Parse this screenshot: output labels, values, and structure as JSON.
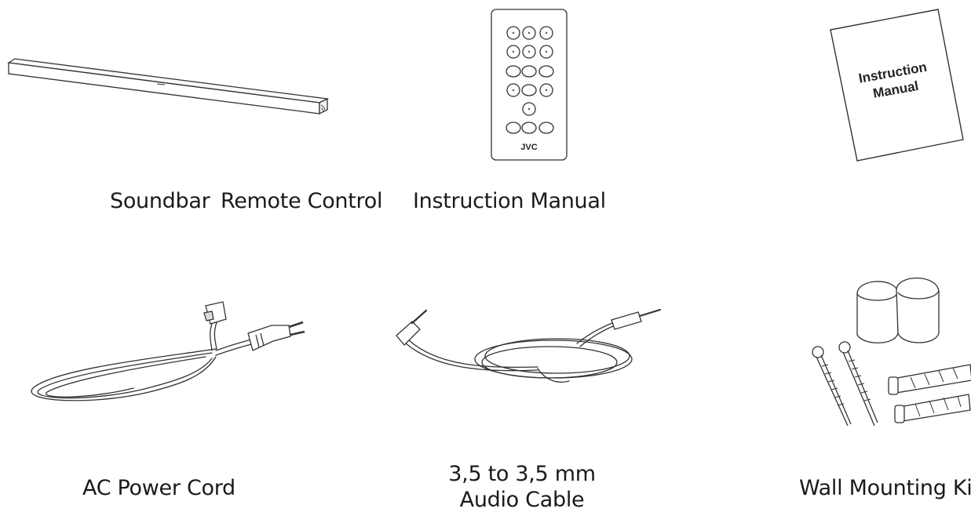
{
  "items": {
    "soundbar": {
      "label": "Soundbar"
    },
    "remote": {
      "label": "Remote Control",
      "brand": "JVC"
    },
    "manual": {
      "label": "Instruction Manual",
      "cover_text": [
        "Instruction",
        "Manual"
      ]
    },
    "power_cord": {
      "label": "AC Power Cord"
    },
    "audio_cable": {
      "label_line1": "3,5 to 3,5 mm",
      "label_line2": "Audio Cable"
    },
    "wall_mount": {
      "label": "Wall Mounting Kit"
    }
  },
  "icons": {
    "soundbar": "soundbar-icon",
    "remote": "remote-control-icon",
    "manual": "manual-booklet-icon",
    "power_cord": "power-cord-icon",
    "audio_cable": "audio-cable-icon",
    "wall_mount": "wall-mount-kit-icon"
  },
  "colors": {
    "line": "#333333",
    "text": "#1a1a1a",
    "background": "#ffffff"
  }
}
